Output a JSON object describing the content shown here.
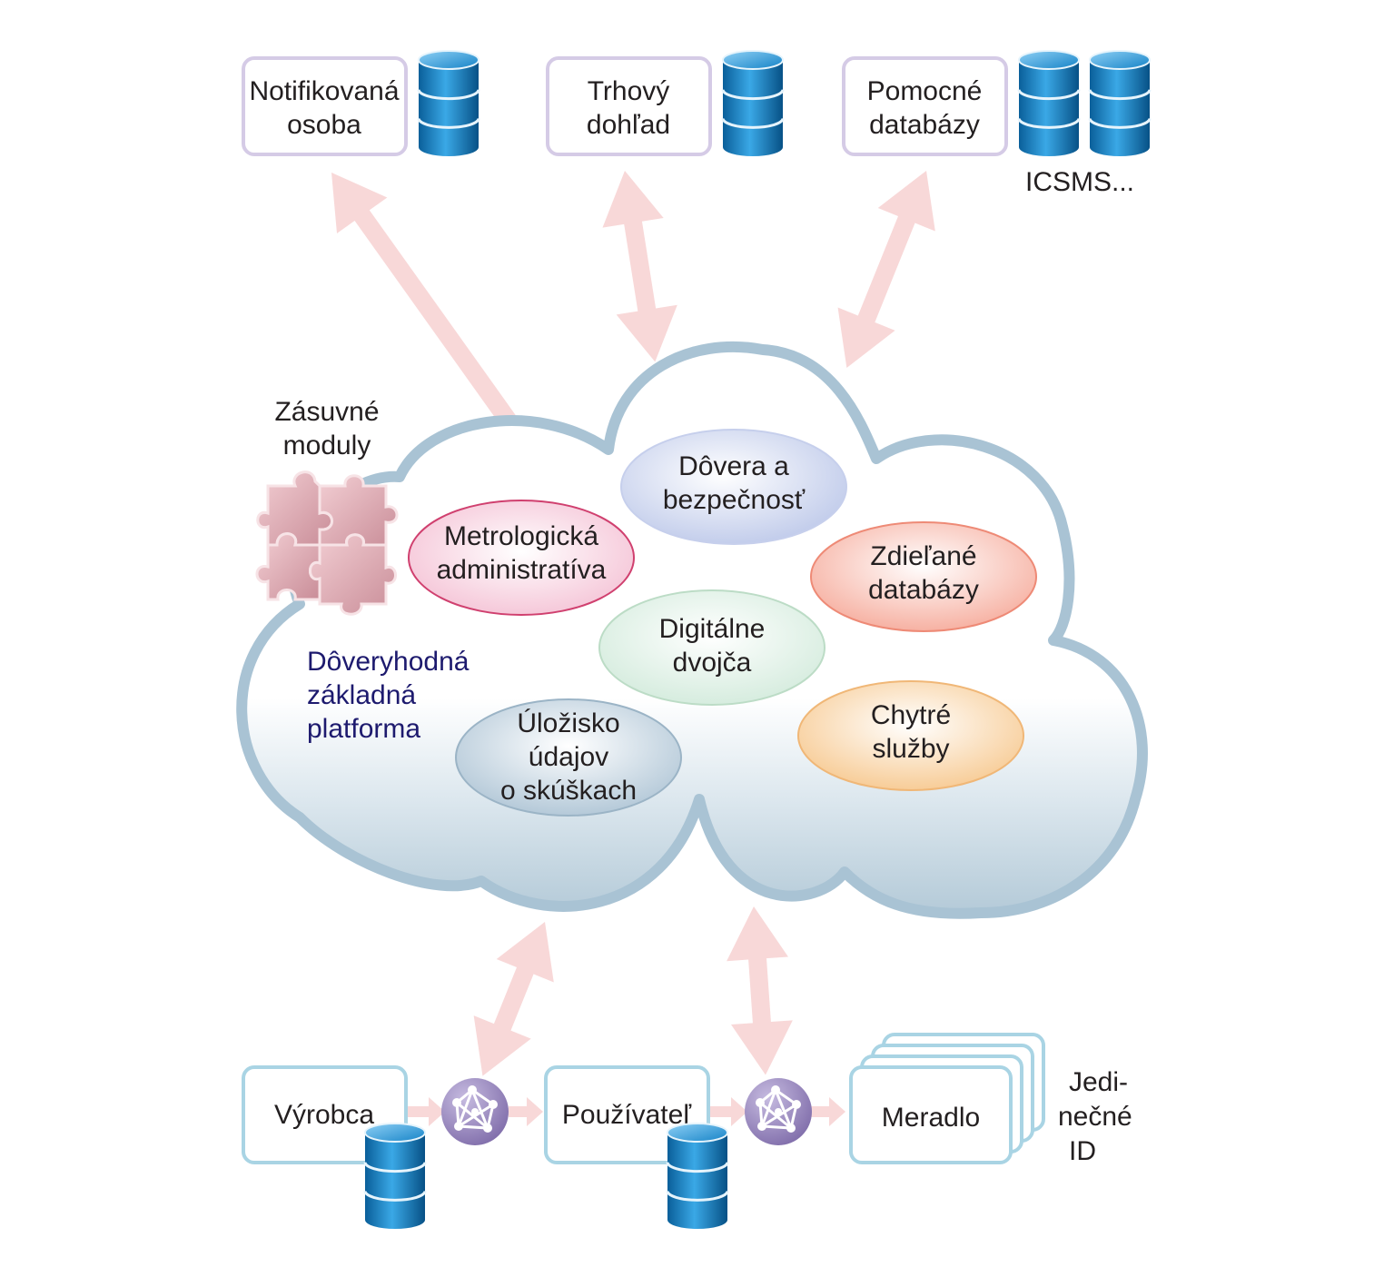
{
  "top_nodes": {
    "notified_body": {
      "line1": "Notifikovaná",
      "line2": "osoba"
    },
    "market_surveillance": {
      "line1": "Trhový",
      "line2": "dohľad"
    },
    "auxiliary_databases": {
      "line1": "Pomocné",
      "line2": "databázy"
    },
    "icsms_label": "ICSMS..."
  },
  "plugins": {
    "line1": "Zásuvné",
    "line2": "moduly"
  },
  "platform": {
    "line1": "Dôveryhodná",
    "line2": "základná",
    "line3": "platforma"
  },
  "cloud_modules": {
    "trust_security": {
      "line1": "Dôvera a",
      "line2": "bezpečnosť"
    },
    "metrology_admin": {
      "line1": "Metrologická",
      "line2": "administratíva"
    },
    "shared_databases": {
      "line1": "Zdieľané",
      "line2": "databázy"
    },
    "digital_twin": {
      "line1": "Digitálne",
      "line2": "dvojča"
    },
    "smart_services": {
      "line1": "Chytré",
      "line2": "služby"
    },
    "test_data_storage": {
      "line1": "Úložisko",
      "line2": "údajov",
      "line3": "o skúškach"
    }
  },
  "bottom_nodes": {
    "manufacturer": "Výrobca",
    "user": "Používateľ",
    "instrument": "Meradlo",
    "unique_id": {
      "line1": "Jedi-",
      "line2": "nečné",
      "line3": "ID"
    }
  },
  "colors": {
    "arrow": "#f8d8d8",
    "top_box_border": "#d5cbe6",
    "bottom_box_border": "#a9d4e4",
    "cloud_outline": "#a9c3d4",
    "db_blue": "#0f7cc0",
    "network_purple": "#9b8bbd",
    "puzzle_pink": "#e2a7b0",
    "platform_text": "#1d1a6e"
  }
}
